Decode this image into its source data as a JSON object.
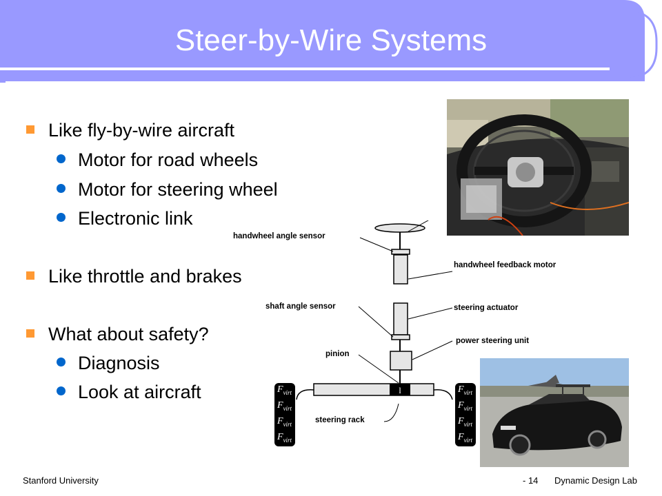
{
  "slide": {
    "title": "Steer-by-Wire Systems",
    "bullets": [
      {
        "level": 1,
        "text": "Like fly-by-wire aircraft"
      },
      {
        "level": 2,
        "text": "Motor for road wheels"
      },
      {
        "level": 2,
        "text": "Motor for steering wheel"
      },
      {
        "level": 2,
        "text": "Electronic link"
      },
      {
        "level": 1,
        "text": "Like throttle and brakes"
      },
      {
        "level": 1,
        "text": "What about safety?"
      },
      {
        "level": 2,
        "text": "Diagnosis"
      },
      {
        "level": 2,
        "text": "Look at aircraft"
      }
    ]
  },
  "diagram": {
    "labels": {
      "handwheel_angle_sensor": "handwheel angle sensor",
      "handwheel_feedback_motor": "handwheel feedback motor",
      "shaft_angle_sensor": "shaft angle sensor",
      "steering_actuator": "steering actuator",
      "power_steering_unit": "power steering unit",
      "pinion": "pinion",
      "steering_rack": "steering rack",
      "rack_box": "l"
    },
    "force_label": {
      "main": "F",
      "sub": "virt"
    }
  },
  "footer": {
    "left": "Stanford University",
    "page": "- 14",
    "right": "Dynamic Design Lab"
  },
  "colors": {
    "header": "#9999ff",
    "header_line": "#ffffff",
    "bullet_l1": "#ff9933",
    "bullet_l2": "#0066cc"
  },
  "icons": [
    "square-bullet-icon",
    "round-bullet-icon"
  ]
}
